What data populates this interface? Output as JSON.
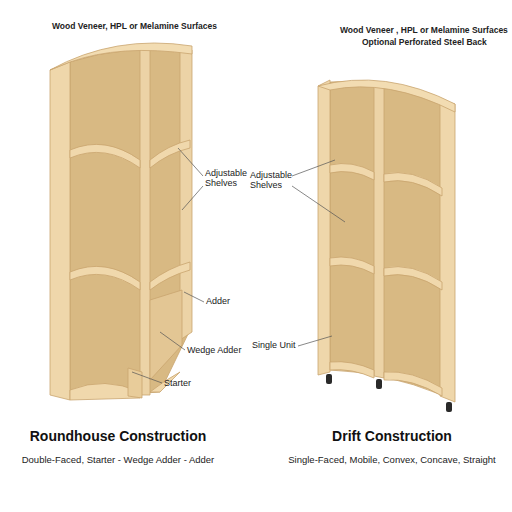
{
  "diagram": {
    "labels": [
      "Wood Veneer, HPL or Melamine Surfaces",
      "Wood Veneer , HPL or Melamine Surfaces",
      "Optional Perforated Steel Back",
      "Adjustable Shelves",
      "Adder",
      "Wedge Adder",
      "Starter",
      "Roundhouse Construction",
      "Double-Faced, Starter - Wedge Adder - Adder",
      "Adjustable Shelves",
      "Single Unit",
      "Drift Construction",
      "Single-Faced, Mobile, Convex, Concave, Straight"
    ]
  }
}
